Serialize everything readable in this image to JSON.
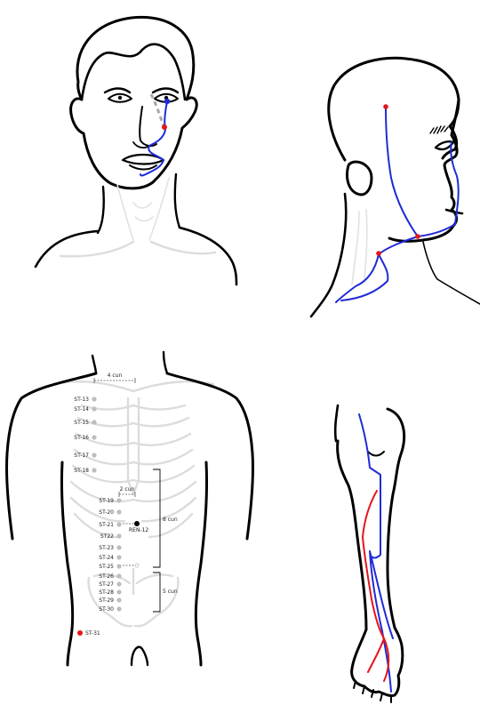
{
  "colors": {
    "meridian_blue": "#1f2bd6",
    "meridian_red": "#e8141a",
    "point_grey": "#bdbdbd",
    "bone_grey": "#dcdcdc",
    "ink": "#000000"
  },
  "torso": {
    "width_label": "4 cun",
    "mid_label": "2 cun",
    "span_upper_label": "8 cun",
    "span_lower_label": "5 cun",
    "ren_point": "REN-12",
    "st31_point": "ST-31",
    "points": [
      "ST-13",
      "ST-14",
      "ST-15",
      "ST-16",
      "ST-17",
      "ST-18",
      "ST-19",
      "ST-20",
      "ST-21",
      "ST22",
      "ST-23",
      "ST-24",
      "ST-25",
      "ST-26",
      "ST-27",
      "ST-28",
      "ST-29",
      "ST-30"
    ]
  }
}
